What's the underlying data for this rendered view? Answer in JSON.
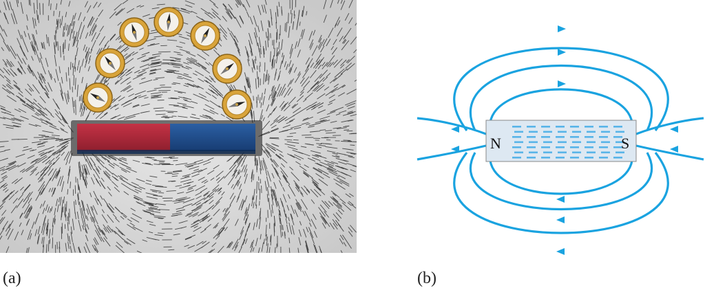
{
  "panel_a": {
    "caption": "(a)",
    "compass_count": 7,
    "colors": {
      "north_half": "#b0283a",
      "south_half": "#1f4f8f",
      "filings": "#1a1a1a",
      "background": "#d8d8d8",
      "compass_rim": "#d9a43a"
    }
  },
  "panel_b": {
    "caption": "(b)",
    "magnet": {
      "left_label": "N",
      "right_label": "S",
      "fill": "#dde8f2",
      "dash_color": "#58b4e8"
    },
    "field_line_color": "#1aa3e0"
  }
}
